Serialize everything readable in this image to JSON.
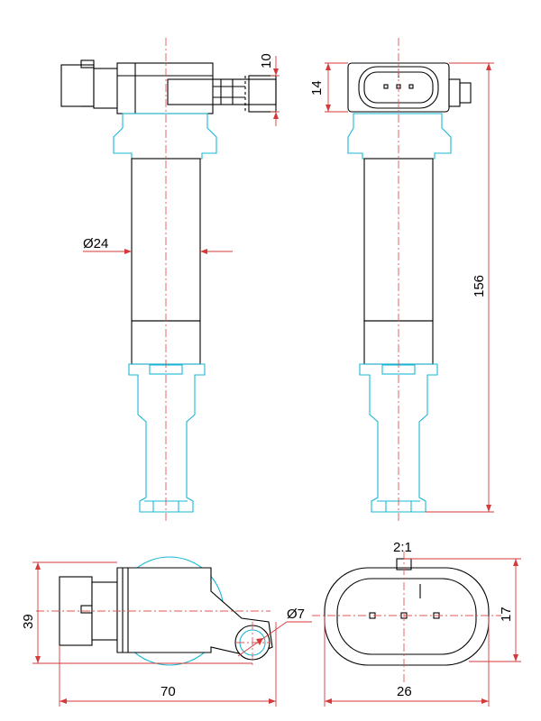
{
  "dimensions": {
    "top_connector_length": "10",
    "connector_height": "14",
    "body_diameter": "Ø24",
    "overall_length": "156",
    "detail_scale": "2:1",
    "bottom_width_70": "70",
    "bottom_height_39": "39",
    "mount_hole_diameter": "Ø7",
    "connector_width": "26",
    "connector_depth": "17"
  },
  "colors": {
    "outline": "#000000",
    "boot": "#19b7d6",
    "dimension": "#d43a3a",
    "centerline": "#e05555"
  }
}
